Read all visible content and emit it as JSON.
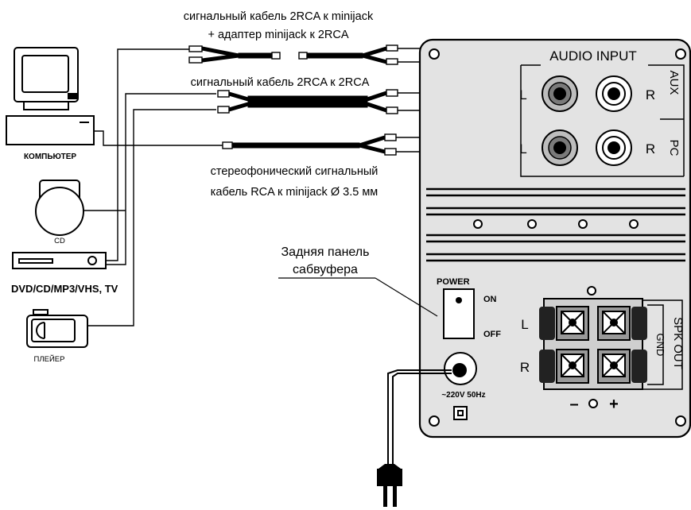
{
  "cables": {
    "cable1_line1": "сигнальный кабель 2RCA к minijack",
    "cable1_line2": "+ адаптер minijack к 2RCA",
    "cable2": "сигнальный кабель 2RCA к 2RCA",
    "cable3_line1": "стереофонический сигнальный",
    "cable3_line2": "кабель RCA к minijack Ø 3.5 мм"
  },
  "devices": {
    "computer": "КОМПЬЮТЕР",
    "cd": "CD",
    "dvd": "DVD/CD/MP3/VHS, TV",
    "player": "ПЛЕЙЕР"
  },
  "callout": {
    "line1": "Задняя панель",
    "line2": "сабвуфера"
  },
  "panel": {
    "audio_input": "AUDIO INPUT",
    "aux": "AUX",
    "pc": "PC",
    "left": "L",
    "right": "R",
    "power": "POWER",
    "on": "ON",
    "off": "OFF",
    "mains": "~220V 50Hz",
    "spk_out": "SPK OUT",
    "gnd": "GND",
    "minus": "–",
    "plus": "+"
  },
  "colors": {
    "panel_fill": "#e3e3e3",
    "stroke": "#000000"
  }
}
